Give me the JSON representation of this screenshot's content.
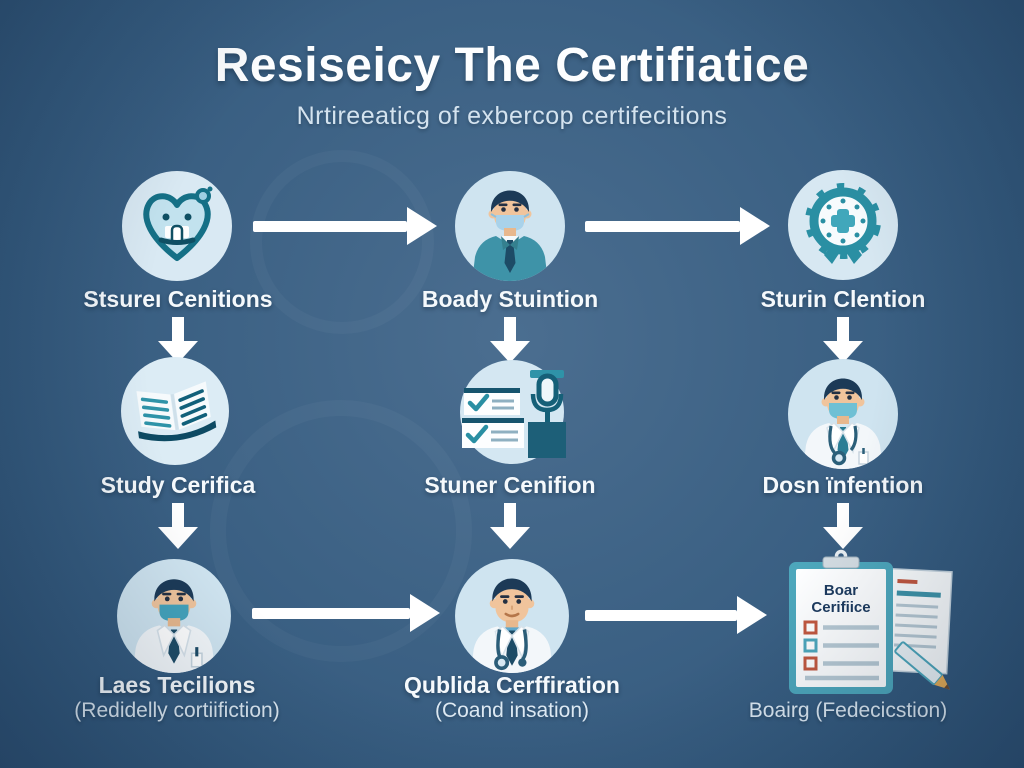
{
  "header": {
    "title": "Resiseicy The Certifiatice",
    "subtitle": "Nrtireeaticg of exbercop certifecitions"
  },
  "nodes": [
    {
      "icon": "heart-face-icon",
      "label": "Stsureı Cenitions"
    },
    {
      "icon": "doctor-mask-icon",
      "label": "Boady Stuintion"
    },
    {
      "icon": "medical-badge-icon",
      "label": "Sturin Clention"
    },
    {
      "icon": "open-book-icon",
      "label": "Study Cerifica"
    },
    {
      "icon": "checklist-mic-icon",
      "label": "Stuner Cenifion"
    },
    {
      "icon": "doctor-coat-mask-icon",
      "label": "Dosn ïnfention"
    },
    {
      "icon": "doctor-coat-mask-pen-icon",
      "label": "Laes Tecilions",
      "sublabel": "(Redidelly cortiifiction)"
    },
    {
      "icon": "doctor-smile-icon",
      "label": "Qublida Cerffiration",
      "sublabel": "(Coand insation)"
    },
    {
      "icon": "clipboard-docs-icon",
      "label": "Boairg (Fedecicstion)",
      "clipboard_lines": [
        "Boar",
        "Cerifiice"
      ]
    }
  ],
  "colors": {
    "background": "#3a5f82",
    "icon_circle": "#d7e8f2",
    "accent_teal": "#2a8fa3",
    "arrow": "#ffffff",
    "label_text": "#f5f9fc"
  }
}
